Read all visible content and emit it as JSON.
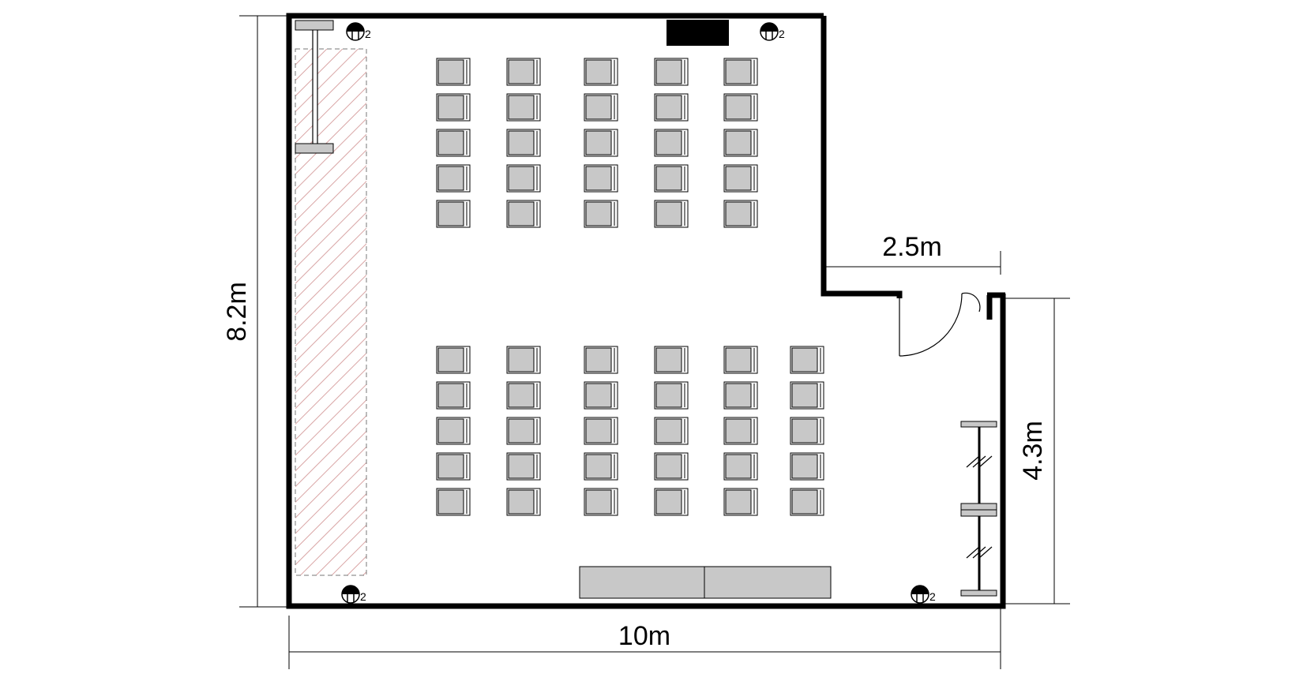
{
  "dimensions": {
    "height_total": "8.2m",
    "width_total": "10m",
    "notch_width": "2.5m",
    "right_height": "4.3m"
  },
  "outlets": [
    {
      "label": "2"
    },
    {
      "label": "2"
    },
    {
      "label": "2"
    },
    {
      "label": "2"
    }
  ],
  "seating": {
    "upper_block": {
      "columns": 5,
      "rows": 5
    },
    "lower_block": {
      "columns": 6,
      "rows": 5
    }
  },
  "colors": {
    "wall": "#000000",
    "seat_fill": "#c8c8c8",
    "hatch": "#d9a5a5"
  }
}
